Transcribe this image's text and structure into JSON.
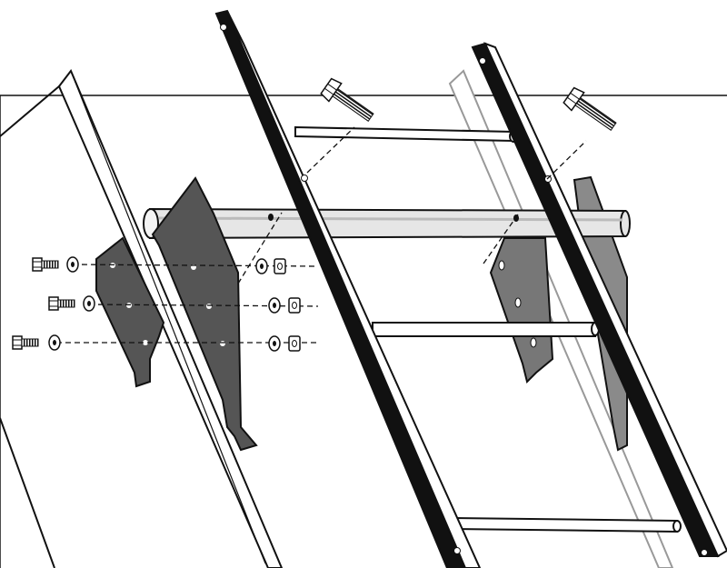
{
  "diagram": {
    "kind": "exploded-assembly",
    "subject": "roof-ladder-standoff-mount",
    "parts": [
      {
        "id": "roof-rail-left",
        "icon": "roof-rail"
      },
      {
        "id": "roof-rail-right",
        "icon": "roof-rail"
      },
      {
        "id": "ladder",
        "icon": "ladder"
      },
      {
        "id": "cross-pipe",
        "icon": "pipe"
      },
      {
        "id": "left-bracket-outer",
        "icon": "bracket-plate"
      },
      {
        "id": "left-bracket-inner",
        "icon": "bracket-plate"
      },
      {
        "id": "right-bracket-front",
        "icon": "bracket-plate"
      },
      {
        "id": "right-bracket-back",
        "icon": "bracket-plate"
      },
      {
        "id": "lag-bolt-left",
        "icon": "lag-bolt"
      },
      {
        "id": "lag-bolt-right",
        "icon": "lag-bolt"
      },
      {
        "id": "hex-bolts",
        "icon": "hex-bolt",
        "count": 3
      },
      {
        "id": "washers",
        "icon": "washer",
        "count": 6
      },
      {
        "id": "nuts",
        "icon": "hex-nut",
        "count": 3
      }
    ],
    "colors": {
      "line": "#111111",
      "plate": "#555555",
      "plate_back": "#8a8a8a",
      "pipe": "#e2e2e2",
      "rail": "#ffffff",
      "background": "#ffffff"
    }
  }
}
